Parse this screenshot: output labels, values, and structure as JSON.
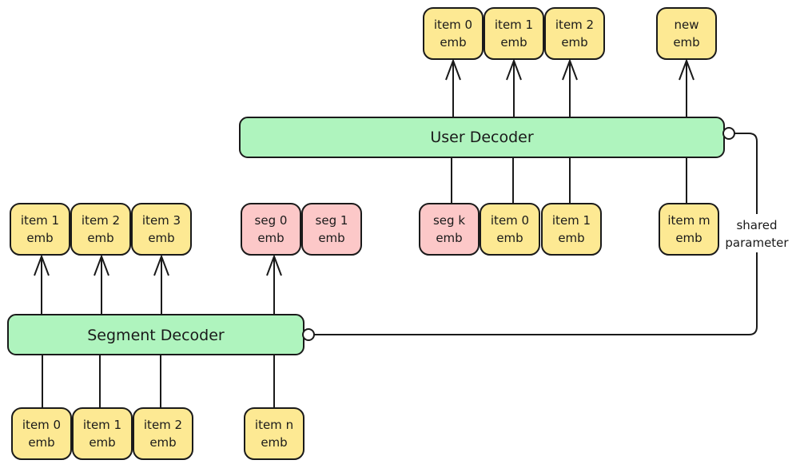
{
  "colors": {
    "item_fill": "#fde993",
    "seg_fill": "#fcc8c8",
    "decoder_fill": "#aff4be",
    "stroke": "#1a1a1a"
  },
  "user_decoder": {
    "label": "User Decoder"
  },
  "segment_decoder": {
    "label": "Segment Decoder"
  },
  "shared_label": [
    "shared",
    "parameter"
  ],
  "user_outputs": [
    {
      "lines": [
        "item 0",
        "emb"
      ],
      "kind": "item"
    },
    {
      "lines": [
        "item 1",
        "emb"
      ],
      "kind": "item"
    },
    {
      "lines": [
        "item 2",
        "emb"
      ],
      "kind": "item"
    },
    {
      "lines": [
        "new",
        "emb"
      ],
      "kind": "item"
    }
  ],
  "user_inputs": [
    {
      "lines": [
        "seg k",
        "emb"
      ],
      "kind": "seg"
    },
    {
      "lines": [
        "item 0",
        "emb"
      ],
      "kind": "item"
    },
    {
      "lines": [
        "item 1",
        "emb"
      ],
      "kind": "item"
    },
    {
      "lines": [
        "item m",
        "emb"
      ],
      "kind": "item"
    }
  ],
  "segment_outputs": [
    {
      "lines": [
        "item 1",
        "emb"
      ],
      "kind": "item"
    },
    {
      "lines": [
        "item 2",
        "emb"
      ],
      "kind": "item"
    },
    {
      "lines": [
        "item 3",
        "emb"
      ],
      "kind": "item"
    },
    {
      "lines": [
        "seg 0",
        "emb"
      ],
      "kind": "seg"
    },
    {
      "lines": [
        "seg 1",
        "emb"
      ],
      "kind": "seg"
    }
  ],
  "segment_inputs": [
    {
      "lines": [
        "item 0",
        "emb"
      ],
      "kind": "item"
    },
    {
      "lines": [
        "item 1",
        "emb"
      ],
      "kind": "item"
    },
    {
      "lines": [
        "item 2",
        "emb"
      ],
      "kind": "item"
    },
    {
      "lines": [
        "item n",
        "emb"
      ],
      "kind": "item"
    }
  ]
}
